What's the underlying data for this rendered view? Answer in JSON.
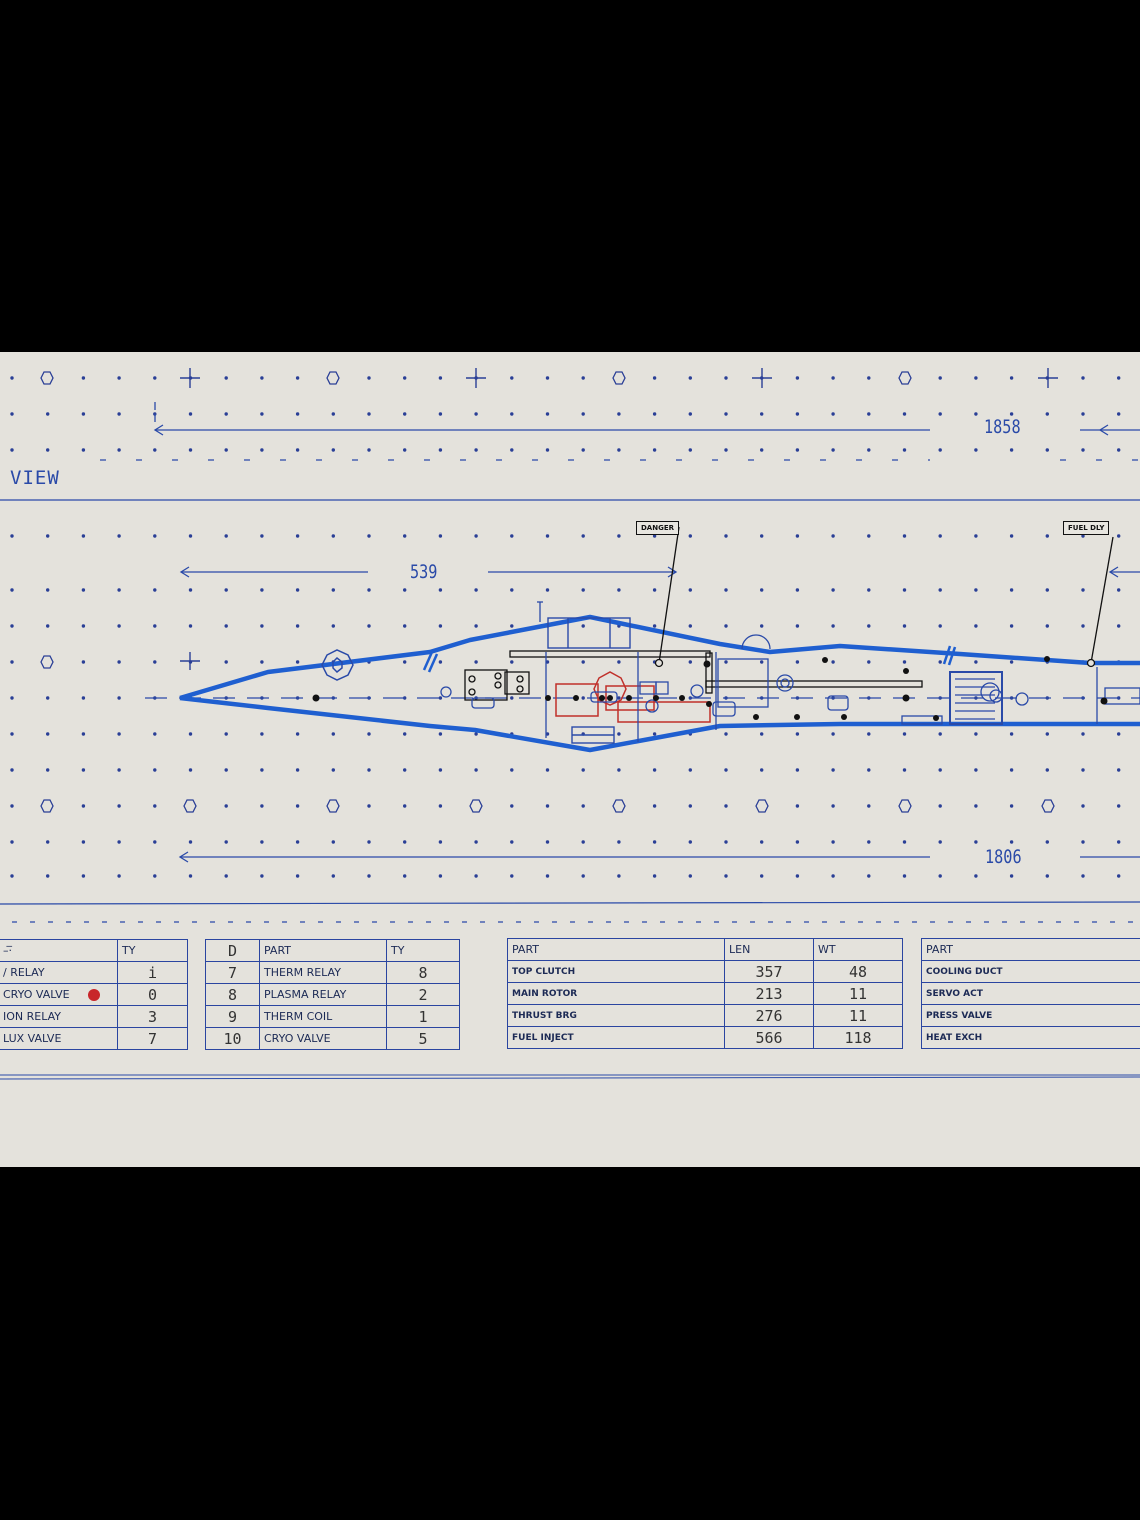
{
  "drawing": {
    "view_label": "VIEW",
    "dimensions": {
      "top_overall": "1858",
      "section": "539",
      "bottom_overall": "1806"
    },
    "callouts": [
      {
        "label": "DANGER"
      },
      {
        "label": "FUEL DLY"
      }
    ],
    "colors": {
      "paper": "#e4e2dc",
      "ink_blue": "#2a4aa8",
      "hull_blue": "#1f5fd0",
      "ink_black": "#111111",
      "ink_red": "#c0302a"
    }
  },
  "tables": {
    "table1": {
      "headers": [
        "–·̅",
        "TY"
      ],
      "rows": [
        {
          "part": "/ RELAY",
          "ty": "i"
        },
        {
          "part": "CRYO VALVE",
          "ty": "0",
          "marker": "red-dot"
        },
        {
          "part": "ION RELAY",
          "ty": "3"
        },
        {
          "part": "LUX VALVE",
          "ty": "7"
        }
      ]
    },
    "table2": {
      "headers": [
        "D",
        "PART",
        "TY"
      ],
      "rows": [
        {
          "id": "7",
          "part": "THERM RELAY",
          "ty": "8"
        },
        {
          "id": "8",
          "part": "PLASMA RELAY",
          "ty": "2"
        },
        {
          "id": "9",
          "part": "THERM COIL",
          "ty": "1"
        },
        {
          "id": "10",
          "part": "CRYO VALVE",
          "ty": "5"
        }
      ]
    },
    "table3": {
      "headers": [
        "PART",
        "LEN",
        "WT"
      ],
      "rows": [
        {
          "part": "TOP CLUTCH",
          "len": "357",
          "wt": "48"
        },
        {
          "part": "MAIN ROTOR",
          "len": "213",
          "wt": "11"
        },
        {
          "part": "THRUST BRG",
          "len": "276",
          "wt": "11"
        },
        {
          "part": "FUEL INJECT",
          "len": "566",
          "wt": "118"
        }
      ]
    },
    "table4": {
      "headers": [
        "PART"
      ],
      "rows": [
        {
          "part": "COOLING DUCT"
        },
        {
          "part": "SERVO ACT"
        },
        {
          "part": "PRESS VALVE"
        },
        {
          "part": "HEAT EXCH"
        }
      ]
    }
  }
}
